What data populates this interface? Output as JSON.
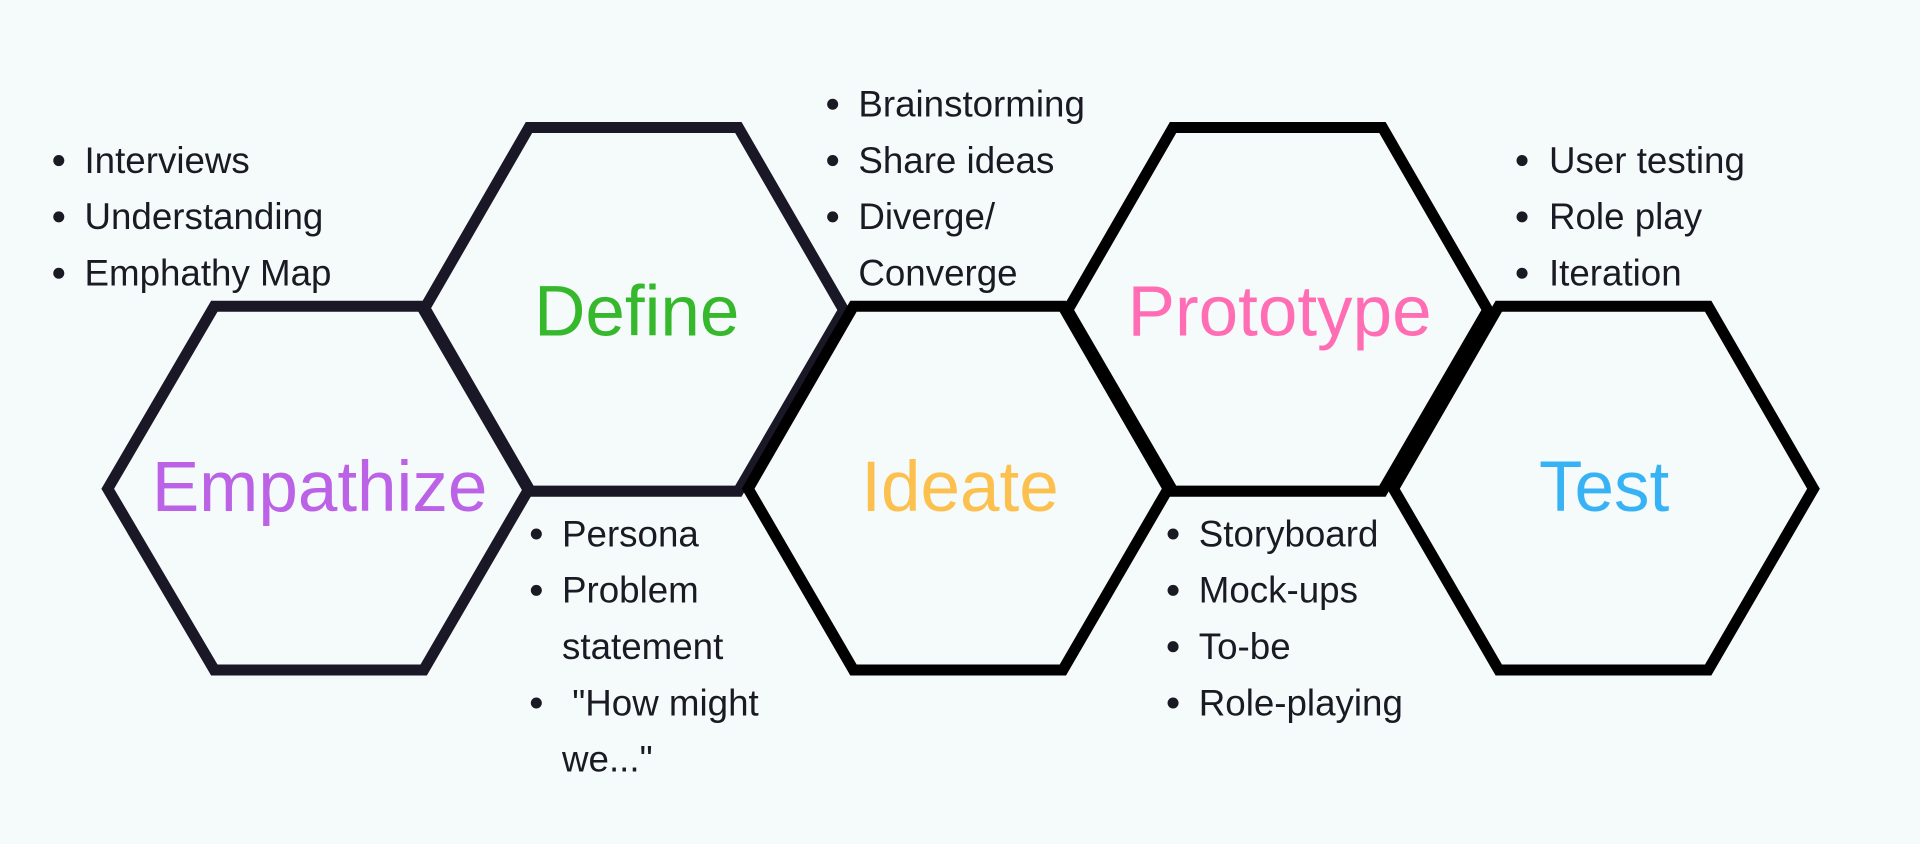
{
  "stages": [
    {
      "label": "Empathize",
      "color": "#bb62e6",
      "stroke": "#1a1726",
      "items": [
        {
          "lines": [
            "Interviews"
          ]
        },
        {
          "lines": [
            "Understanding"
          ]
        },
        {
          "lines": [
            "Emphathy Map"
          ]
        }
      ]
    },
    {
      "label": "Define",
      "color": "#36b82c",
      "stroke": "#1a1726",
      "items": [
        {
          "lines": [
            "Persona"
          ]
        },
        {
          "lines": [
            "Problem",
            "statement"
          ]
        },
        {
          "lines": [
            " \"How might",
            "we...\""
          ]
        }
      ]
    },
    {
      "label": "Ideate",
      "color": "#fcc04f",
      "stroke": "#000000",
      "items": [
        {
          "lines": [
            "Brainstorming"
          ]
        },
        {
          "lines": [
            "Share ideas"
          ]
        },
        {
          "lines": [
            "Diverge/",
            "Converge"
          ]
        }
      ]
    },
    {
      "label": "Prototype",
      "color": "#ff6eb4",
      "stroke": "#000000",
      "items": [
        {
          "lines": [
            "Storyboard"
          ]
        },
        {
          "lines": [
            "Mock-ups"
          ]
        },
        {
          "lines": [
            "To-be"
          ]
        },
        {
          "lines": [
            "Role-playing"
          ]
        }
      ]
    },
    {
      "label": "Test",
      "color": "#37b3f5",
      "stroke": "#000000",
      "items": [
        {
          "lines": [
            "User testing"
          ]
        },
        {
          "lines": [
            "Role play"
          ]
        },
        {
          "lines": [
            "Iteration"
          ]
        }
      ]
    }
  ]
}
